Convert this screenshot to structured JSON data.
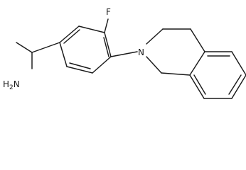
{
  "molecule": {
    "atom_labels": {
      "amine": "H2N",
      "fluorine": "F",
      "nitrogen": "N"
    },
    "bond_color": "#1a1a1a"
  }
}
